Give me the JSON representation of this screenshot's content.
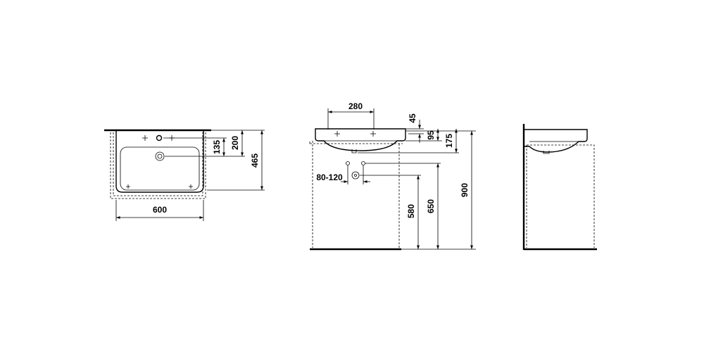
{
  "front_view": {
    "width": "600",
    "depth_total": "465",
    "depth_200": "200",
    "depth_135": "135"
  },
  "side_view": {
    "tap_spacing": "280",
    "rim_45": "45",
    "height_95": "95",
    "height_175": "175",
    "drain_offset": "80-120",
    "height_580": "580",
    "height_650": "650",
    "height_900": "900"
  },
  "colors": {
    "line": "#000000",
    "background": "#ffffff"
  }
}
